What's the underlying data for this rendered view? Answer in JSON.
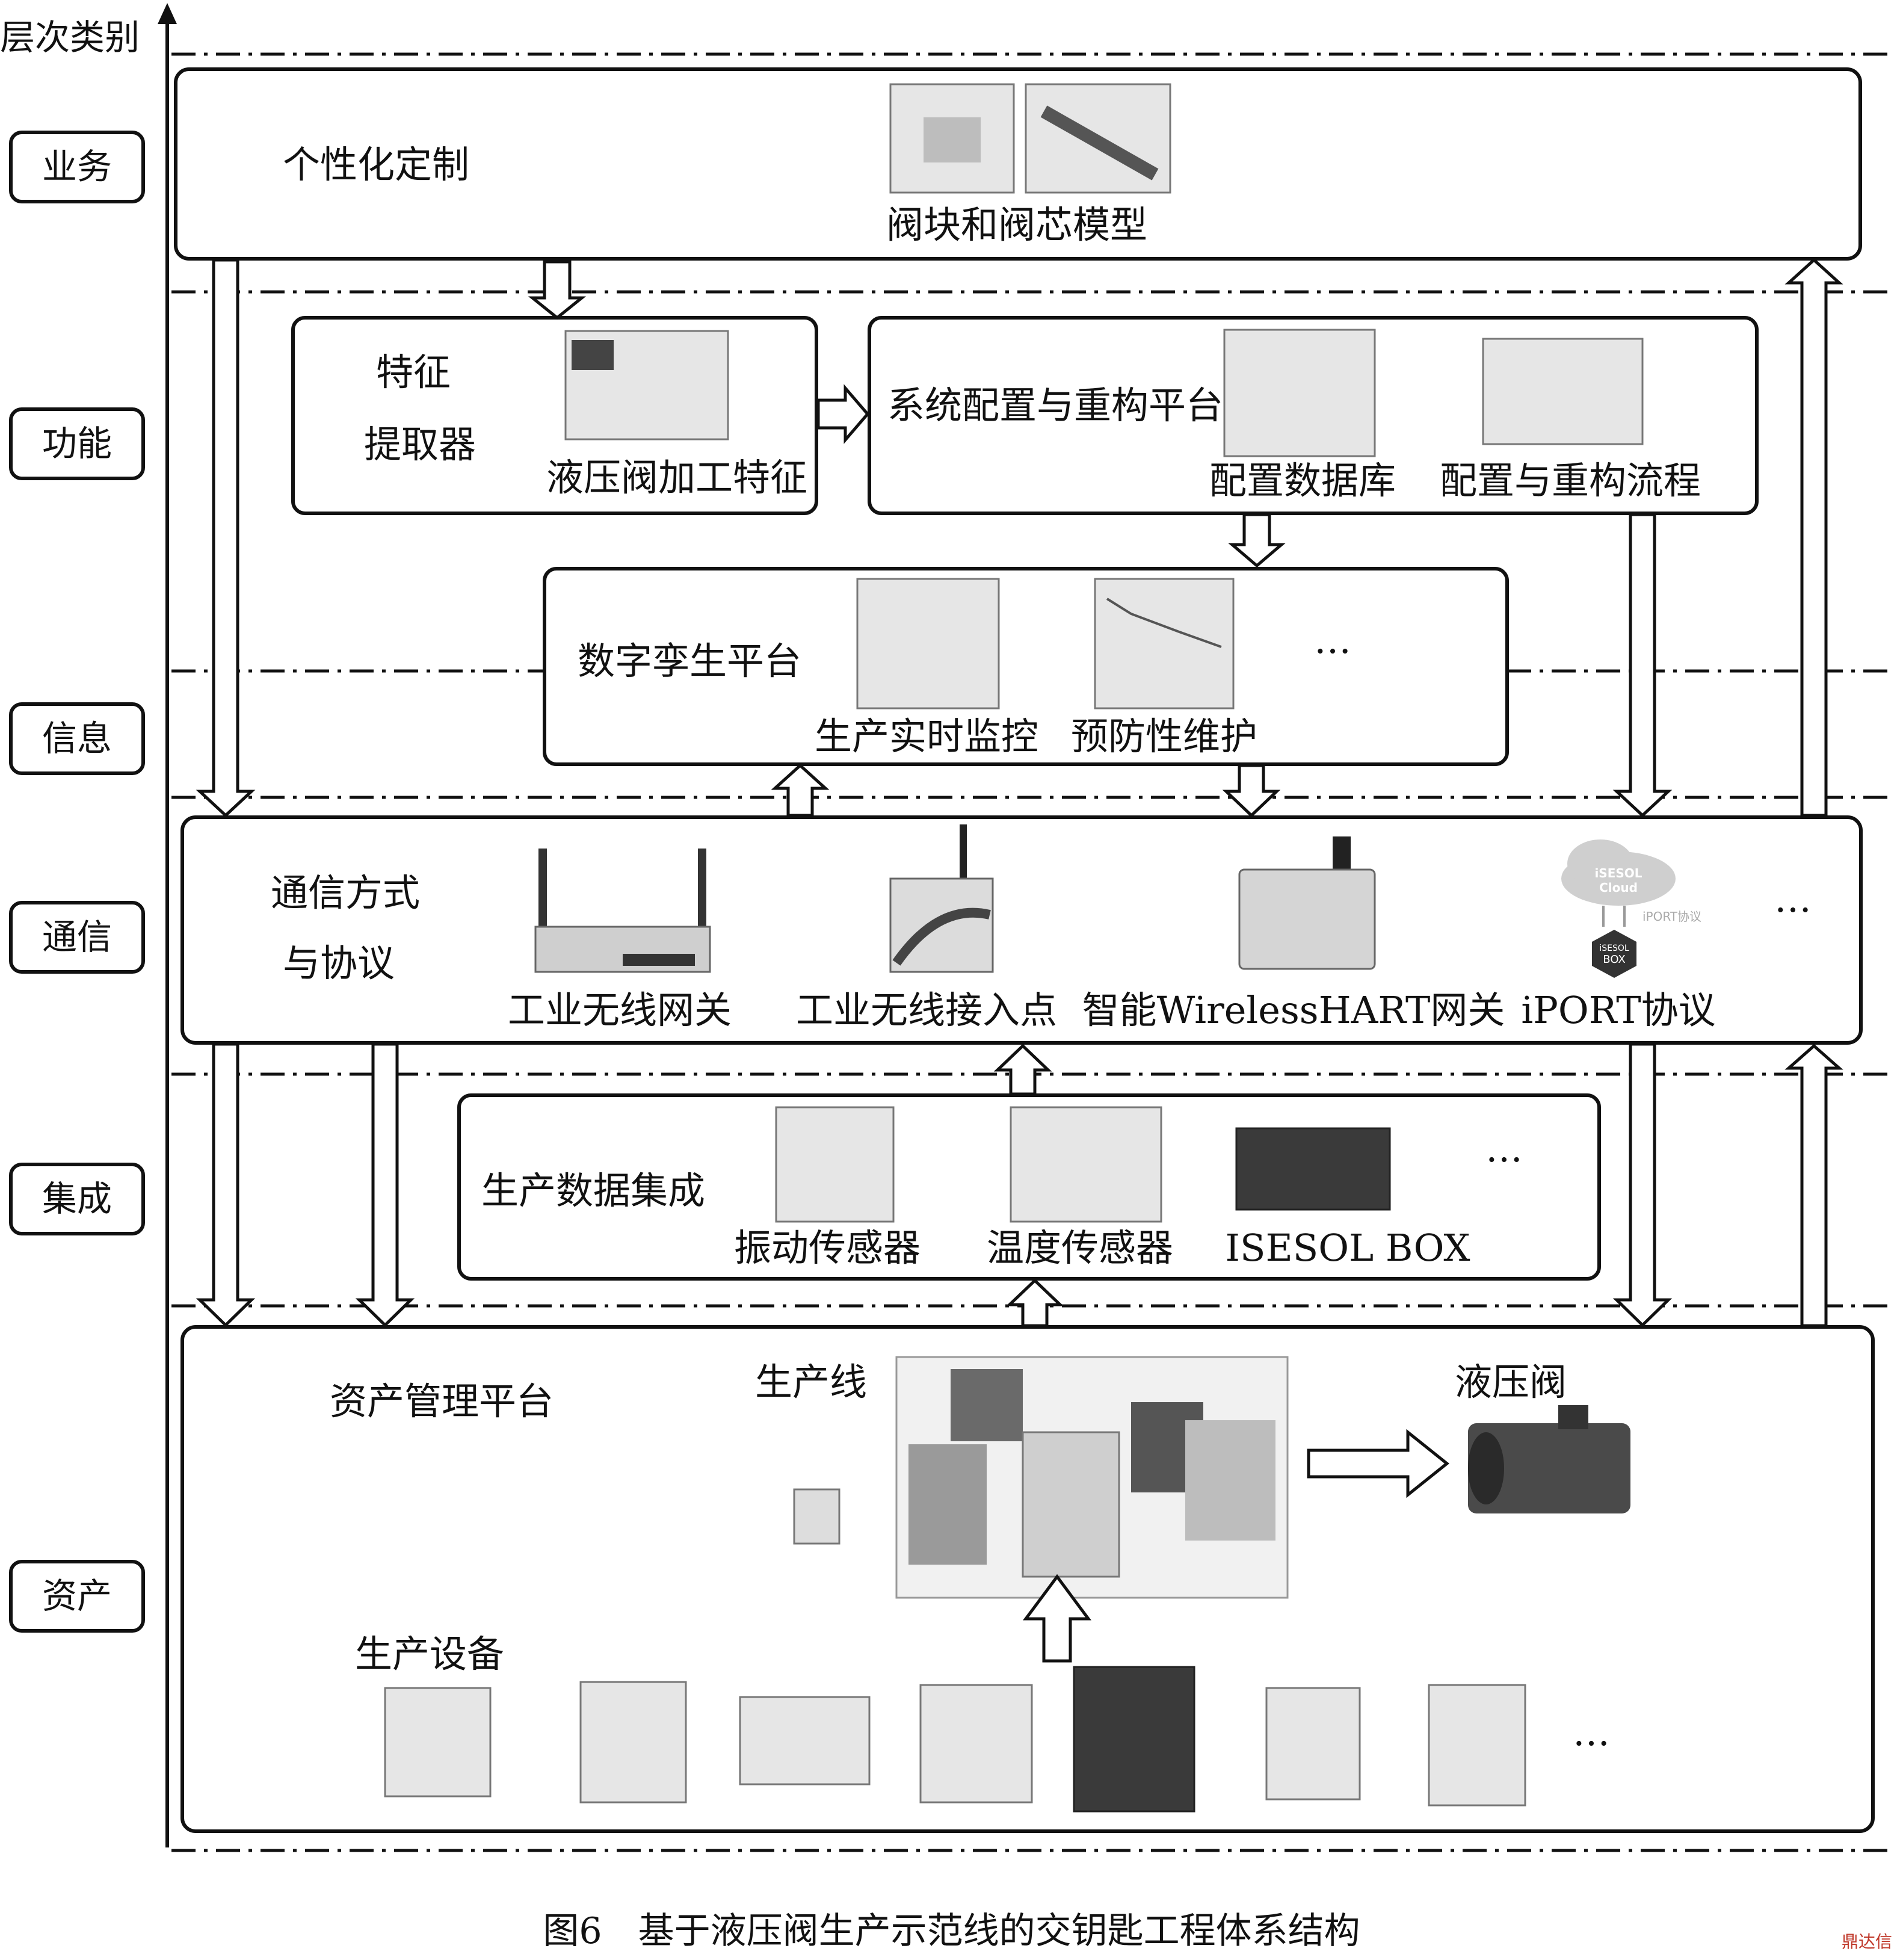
{
  "axis": {
    "title": "层次类别"
  },
  "layers": [
    "业务",
    "功能",
    "信息",
    "通信",
    "集成",
    "资产"
  ],
  "business": {
    "title": "个性化定制",
    "image_caption": "阀块和阀芯模型"
  },
  "feature_extractor": {
    "title_line1": "特征",
    "title_line2": "提取器",
    "image_caption": "液压阀加工特征"
  },
  "config_platform": {
    "title": "系统配置与重构平台",
    "captions": [
      "配置数据库",
      "配置与重构流程"
    ]
  },
  "digital_twin": {
    "title": "数字孪生平台",
    "captions": [
      "生产实时监控",
      "预防性维护"
    ],
    "more": "…"
  },
  "communication": {
    "title_line1": "通信方式",
    "title_line2": "与协议",
    "captions": [
      "工业无线网关",
      "工业无线接入点",
      "智能WirelessHART网关",
      "iPORT协议"
    ],
    "cloud_label_1": "iSESOL",
    "cloud_label_2": "Cloud",
    "iport_small": "iPORT协议",
    "box_label_1": "iSESOL",
    "box_label_2": "BOX",
    "more": "…"
  },
  "integration": {
    "title": "生产数据集成",
    "captions": [
      "振动传感器",
      "温度传感器",
      "ISESOL BOX"
    ],
    "more": "…"
  },
  "assets": {
    "title": "资产管理平台",
    "production_line": "生产线",
    "hydraulic_valve": "液压阀",
    "equipment_title": "生产设备",
    "more": "…"
  },
  "caption": "图6　基于液压阀生产示范线的交钥匙工程体系结构",
  "watermark": "鼎达信"
}
